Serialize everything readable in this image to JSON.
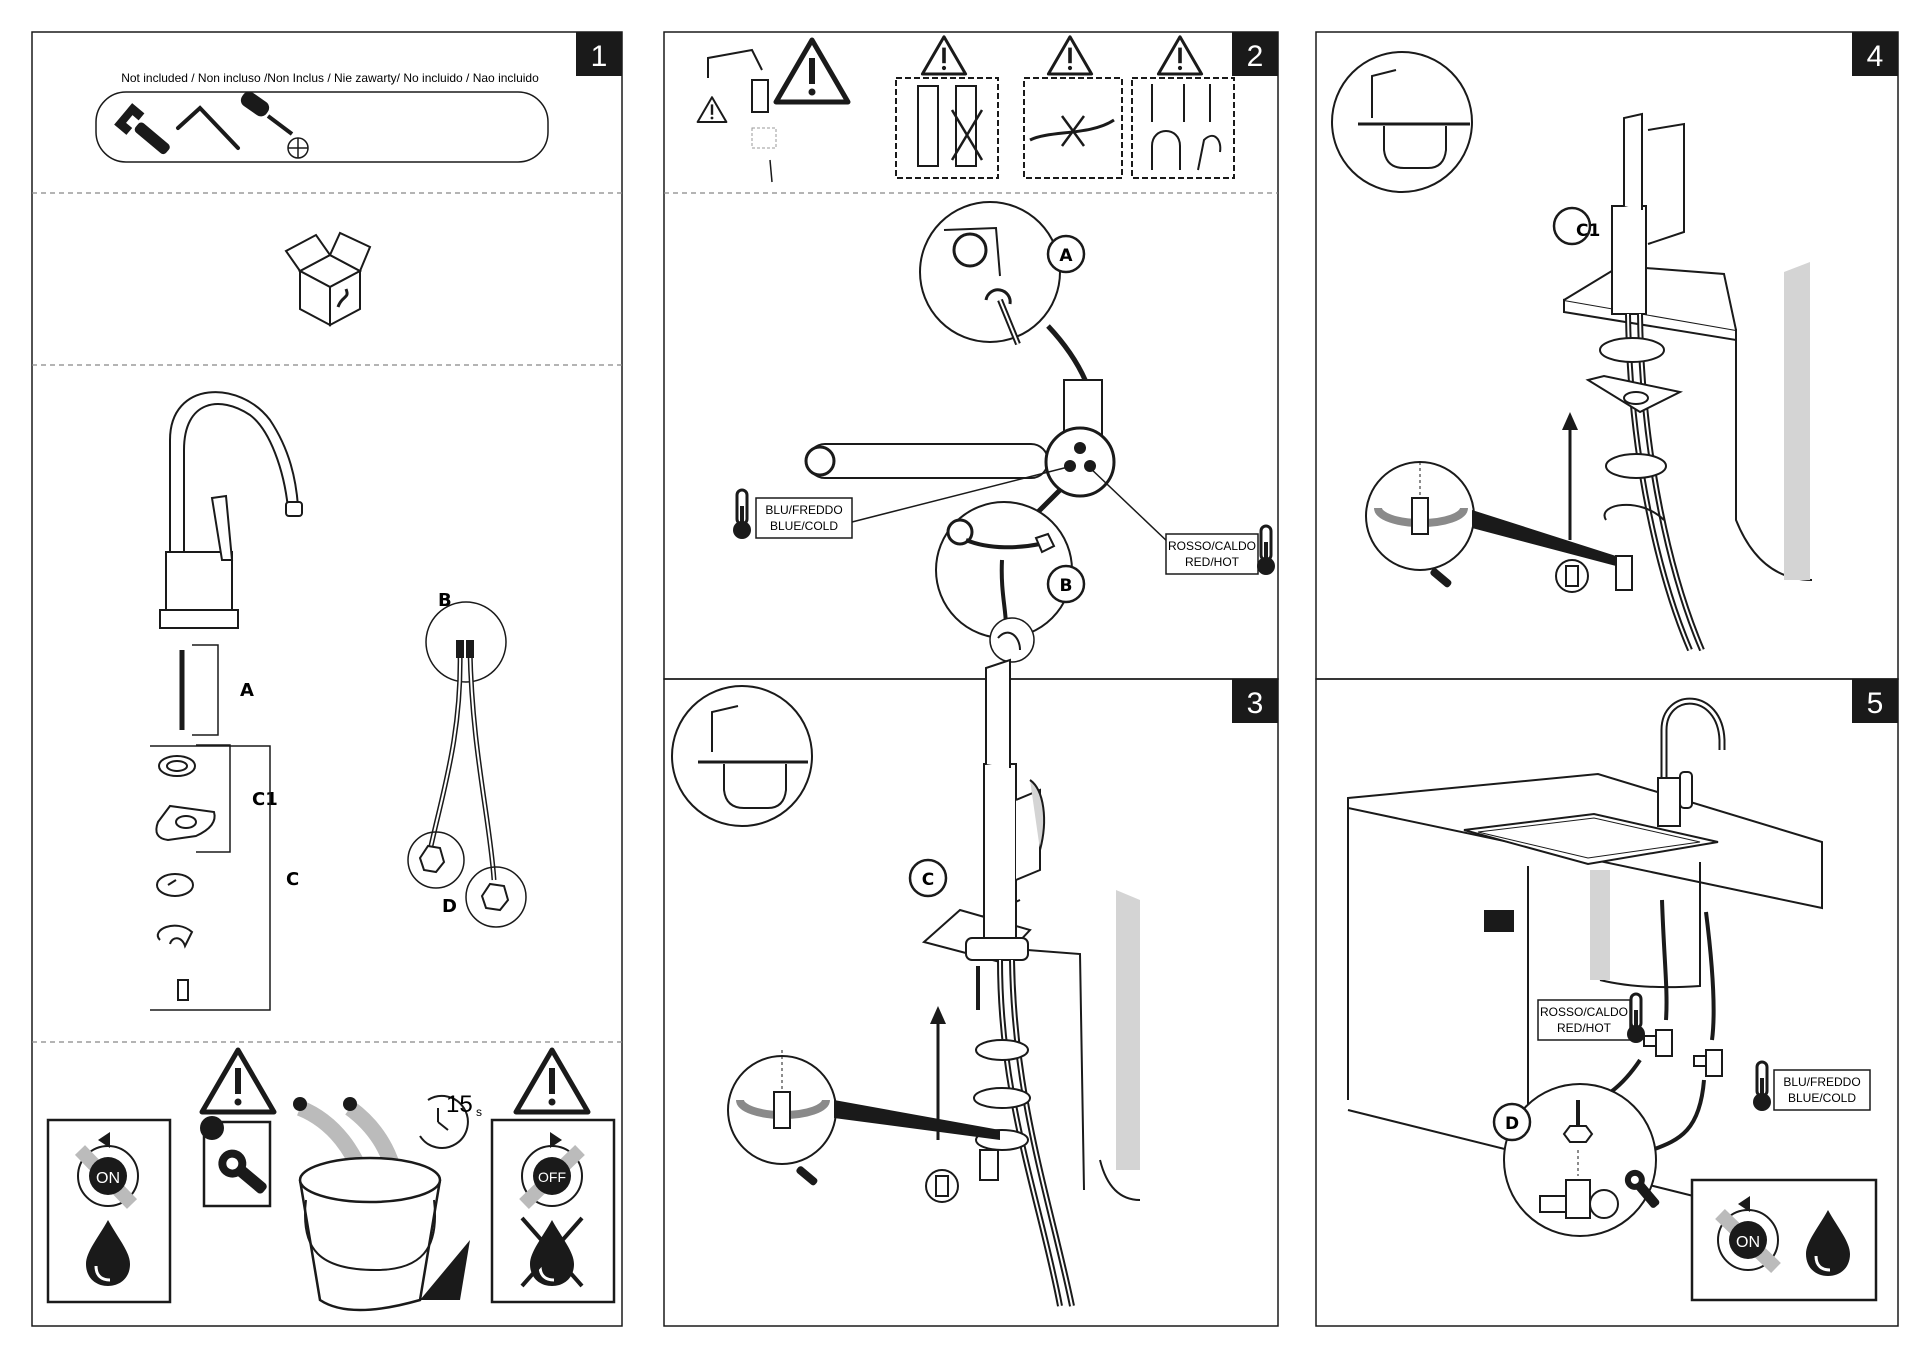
{
  "panels": {
    "p1": {
      "step": "1",
      "not_included": "Not included / Non incluso /Non Inclus / Nie zawarty/ No incluido / Nao incluido",
      "part_a": "A",
      "part_b": "B",
      "part_c1": "C1",
      "part_c": "C",
      "part_d": "D",
      "seconds": "15",
      "seconds_unit": "s",
      "on_label": "ON",
      "off_label": "OFF"
    },
    "p2": {
      "step": "2",
      "label_a": "A",
      "label_b": "B",
      "cold_line1": "BLU/FREDDO",
      "cold_line2": "BLUE/COLD",
      "hot_line1": "ROSSO/CALDO",
      "hot_line2": "RED/HOT"
    },
    "p3": {
      "step": "3",
      "label_c": "C"
    },
    "p4": {
      "step": "4",
      "label_c1": "C1"
    },
    "p5": {
      "step": "5",
      "label_d": "D",
      "hot_line1": "ROSSO/CALDO",
      "hot_line2": "RED/HOT",
      "cold_line1": "BLU/FREDDO",
      "cold_line2": "BLUE/COLD",
      "on_label": "ON"
    }
  },
  "icons": [
    "wrench-icon",
    "allen-key-icon",
    "screwdriver-icon",
    "box-icon",
    "warning-icon",
    "thermometer-icon",
    "water-drop-icon",
    "timer-icon",
    "rotate-icon"
  ],
  "colors": {
    "ink": "#1a1a1a",
    "shade": "#d4d4d4",
    "rotate_grey": "#8a8a8a",
    "badge": "#1a1a1a"
  }
}
